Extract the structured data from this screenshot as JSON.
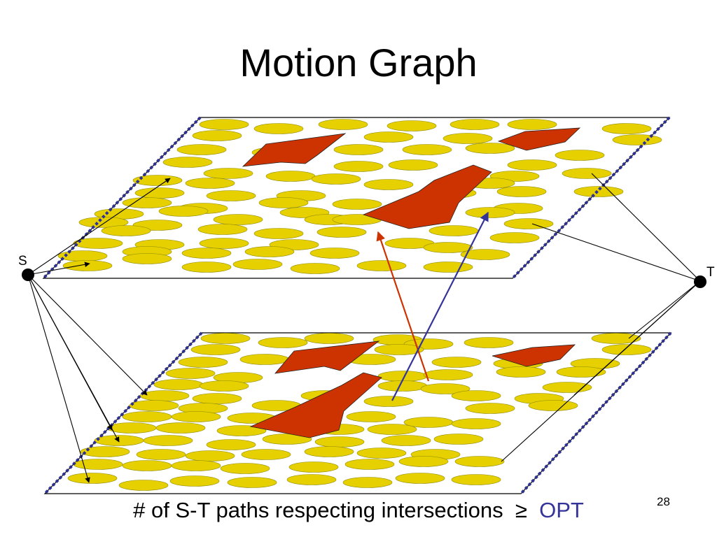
{
  "slide": {
    "title": "Motion Graph",
    "page_number": "28"
  },
  "labels": {
    "source": "S",
    "target": "T"
  },
  "caption": {
    "text": "# of S-T paths respecting intersections",
    "relation": "≥",
    "rhs": "OPT"
  },
  "colors": {
    "ellipse_fill": "#E6D000",
    "ellipse_stroke": "#8F8A00",
    "obstacle_fill": "#CC3300",
    "plane_border": "#000000",
    "dashed_edge": "#2E3192",
    "red_arrow": "#CC3300",
    "blue_arrow": "#33339A",
    "caption_accent": "#33339A"
  }
}
